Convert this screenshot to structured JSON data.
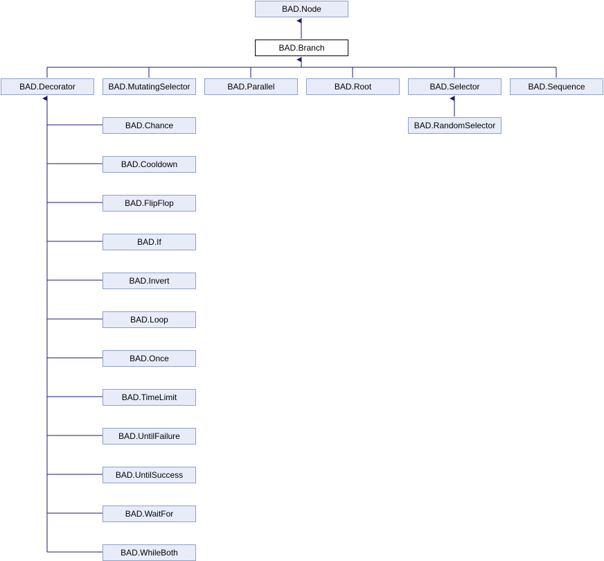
{
  "diagram": {
    "colors": {
      "node_fill": "#e8ecf8",
      "node_border": "#8ca0c8",
      "current_fill": "#ffffff",
      "current_border": "#000000",
      "edge": "#191970"
    },
    "nodes": {
      "node": "BAD.Node",
      "branch": "BAD.Branch",
      "decorator": "BAD.Decorator",
      "mutating_selector": "BAD.MutatingSelector",
      "parallel": "BAD.Parallel",
      "root": "BAD.Root",
      "selector": "BAD.Selector",
      "sequence": "BAD.Sequence",
      "random_selector": "BAD.RandomSelector",
      "chance": "BAD.Chance",
      "cooldown": "BAD.Cooldown",
      "flipflop": "BAD.FlipFlop",
      "if": "BAD.If",
      "invert": "BAD.Invert",
      "loop": "BAD.Loop",
      "once": "BAD.Once",
      "timelimit": "BAD.TimeLimit",
      "until_failure": "BAD.UntilFailure",
      "until_success": "BAD.UntilSuccess",
      "waitfor": "BAD.WaitFor",
      "whileboth": "BAD.WhileBoth"
    }
  }
}
